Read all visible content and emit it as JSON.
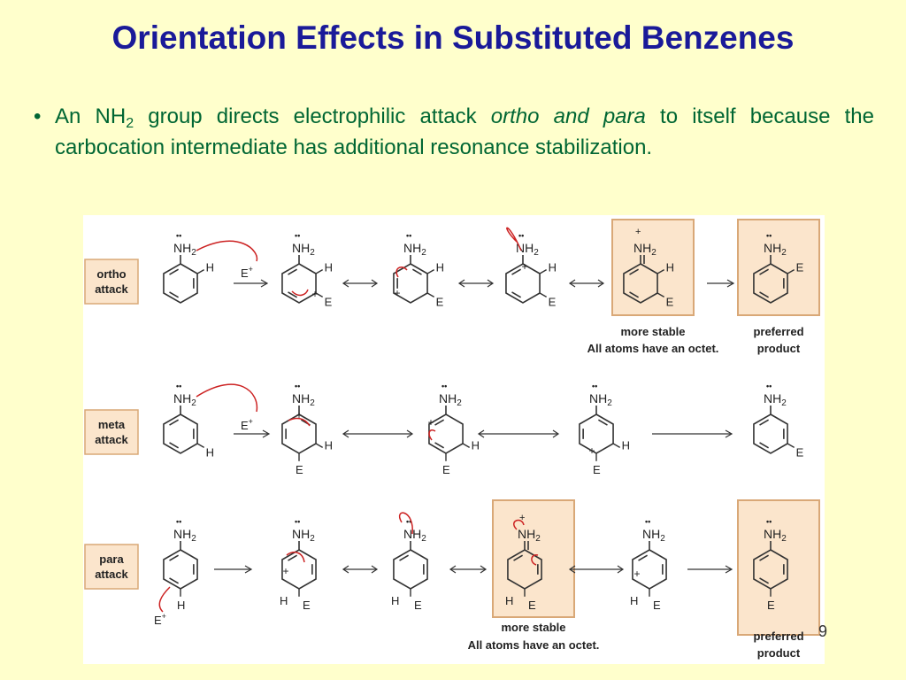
{
  "slide": {
    "title": "Orientation Effects in Substituted Benzenes",
    "bullet": {
      "marker": "•",
      "pre": "An NH",
      "sub": "2",
      "mid": " group directs electrophilic attack ",
      "em": "ortho and para",
      "post": " to itself because the carbocation intermediate has additional resonance stabilization."
    },
    "page_number": "9"
  },
  "figure": {
    "rows": [
      {
        "label_line1": "ortho",
        "label_line2": "attack"
      },
      {
        "label_line1": "meta",
        "label_line2": "attack"
      },
      {
        "label_line1": "para",
        "label_line2": "attack"
      }
    ],
    "atoms": {
      "nh": "NH",
      "nh_sub": "2",
      "h": "H",
      "e": "E",
      "electrophile": "E",
      "plus": "+",
      "lone_pair": "••"
    },
    "captions": {
      "more_stable": "more stable",
      "octet": "All atoms have an octet.",
      "preferred": "preferred",
      "product": "product"
    },
    "colors": {
      "highlight_fill": "#fbe5cc",
      "highlight_border": "#d9a877",
      "label_fill": "#fbe5cc",
      "arrow_red": "#cc2222",
      "title": "#1a1a99",
      "bullet_text": "#006633"
    }
  }
}
